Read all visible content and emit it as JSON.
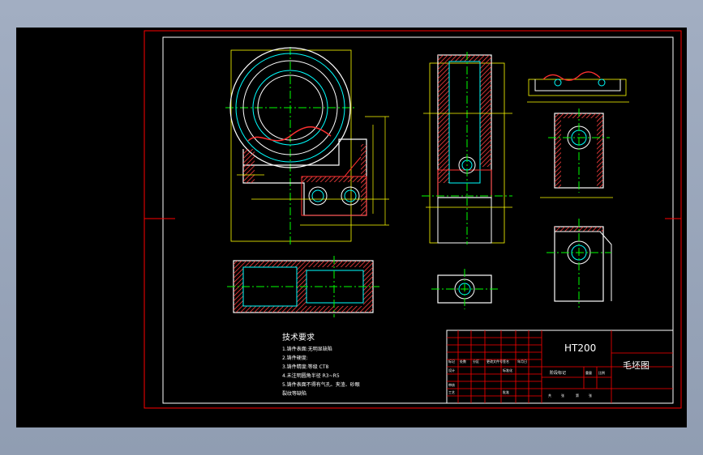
{
  "drawing": {
    "material_label": "HT200",
    "drawing_name": "毛坯图",
    "technical_requirements": {
      "title": "技术要求",
      "lines": [
        "1.铸件表面:无明显缺陷",
        "2.铸件硬度: ",
        "3.铸件精度:等级 CT8",
        "4.未注明圆角半径 R3~R5",
        "5.铸件表面不得有气孔、夹渣、砂眼",
        "  裂纹等缺陷"
      ]
    },
    "title_block": {
      "labels": [
        "标记",
        "处数",
        "分区",
        "更改文件号",
        "签名",
        "年月日",
        "设计",
        "标准化",
        "阶段标记",
        "重量",
        "比例",
        "审核",
        "工艺",
        "批准",
        "共",
        "张",
        "第",
        "张"
      ]
    }
  },
  "colors": {
    "frame_red": "#ff0000",
    "outline_white": "#ffffff",
    "yellow": "#ffff00",
    "cyan": "#00ffff",
    "green": "#00ff00",
    "hatch": "#ff5050"
  }
}
